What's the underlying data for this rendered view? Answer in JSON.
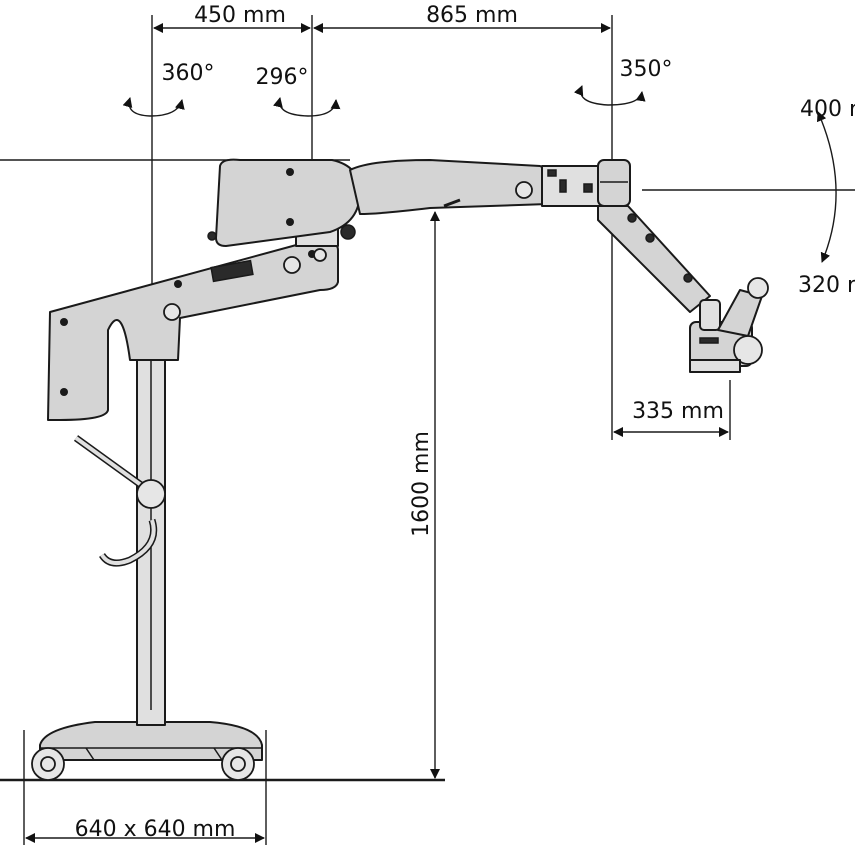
{
  "dimensions": {
    "span_1": "450 mm",
    "span_2": "865 mm",
    "rotation_1": "360°",
    "rotation_2": "296°",
    "rotation_3": "350°",
    "tilt_up": "400 m",
    "tilt_down": "320 r",
    "column_height": "1600 mm",
    "head_depth": "335 mm",
    "base_footprint": "640 x 640 mm"
  },
  "colors": {
    "body": "#d4d4d4",
    "outline": "#1a1a1a"
  }
}
